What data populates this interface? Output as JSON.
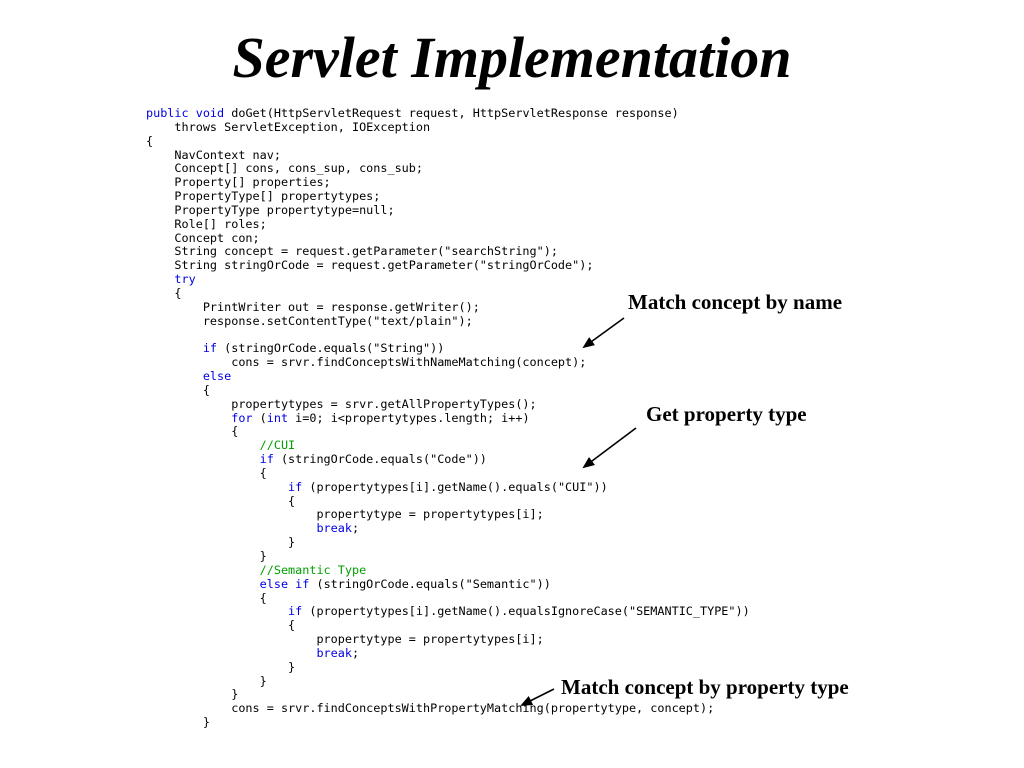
{
  "slide": {
    "title": "Servlet Implementation"
  },
  "code": {
    "lines": [
      [
        {
          "t": "",
          "v": "public void"
        },
        {
          "t": "",
          "v": " doGet(HttpServletRequest request, HttpServletResponse response)"
        }
      ],
      [
        {
          "t": "",
          "v": "    throws ServletException, IOException"
        }
      ],
      [
        {
          "t": "",
          "v": "{"
        }
      ],
      [
        {
          "t": "",
          "v": "    NavContext nav;"
        }
      ],
      [
        {
          "t": "",
          "v": "    Concept[] cons, cons_sup, cons_sub;"
        }
      ],
      [
        {
          "t": "",
          "v": "    Property[] properties;"
        }
      ],
      [
        {
          "t": "",
          "v": "    PropertyType[] propertytypes;"
        }
      ],
      [
        {
          "t": "",
          "v": "    PropertyType propertytype=null;"
        }
      ],
      [
        {
          "t": "",
          "v": "    Role[] roles;"
        }
      ],
      [
        {
          "t": "",
          "v": "    Concept con;"
        }
      ],
      [
        {
          "t": "",
          "v": "    String concept = request.getParameter(\"searchString\");"
        }
      ],
      [
        {
          "t": "",
          "v": "    String stringOrCode = request.getParameter(\"stringOrCode\");"
        }
      ],
      [
        {
          "t": "kw",
          "v": "    try"
        }
      ],
      [
        {
          "t": "",
          "v": "    {"
        }
      ],
      [
        {
          "t": "",
          "v": "        PrintWriter out = response.getWriter();"
        }
      ],
      [
        {
          "t": "",
          "v": "        response.setContentType(\"text/plain\");"
        }
      ],
      [
        {
          "t": "",
          "v": ""
        }
      ],
      [
        {
          "t": "kw",
          "v": "        if"
        },
        {
          "t": "",
          "v": " (stringOrCode.equals(\"String\"))"
        }
      ],
      [
        {
          "t": "",
          "v": "            cons = srvr.findConceptsWithNameMatching(concept);"
        }
      ],
      [
        {
          "t": "kw",
          "v": "        else"
        }
      ],
      [
        {
          "t": "",
          "v": "        {"
        }
      ],
      [
        {
          "t": "",
          "v": "            propertytypes = srvr.getAllPropertyTypes();"
        }
      ],
      [
        {
          "t": "kw",
          "v": "            for"
        },
        {
          "t": "",
          "v": " ("
        },
        {
          "t": "kw",
          "v": "int"
        },
        {
          "t": "",
          "v": " i=0; i<propertytypes.length; i++)"
        }
      ],
      [
        {
          "t": "",
          "v": "            {"
        }
      ],
      [
        {
          "t": "cm",
          "v": "                //CUI"
        }
      ],
      [
        {
          "t": "kw",
          "v": "                if"
        },
        {
          "t": "",
          "v": " (stringOrCode.equals(\"Code\"))"
        }
      ],
      [
        {
          "t": "",
          "v": "                {"
        }
      ],
      [
        {
          "t": "kw",
          "v": "                    if"
        },
        {
          "t": "",
          "v": " (propertytypes[i].getName().equals(\"CUI\"))"
        }
      ],
      [
        {
          "t": "",
          "v": "                    {"
        }
      ],
      [
        {
          "t": "",
          "v": "                        propertytype = propertytypes[i];"
        }
      ],
      [
        {
          "t": "kw",
          "v": "                        break"
        },
        {
          "t": "",
          "v": ";"
        }
      ],
      [
        {
          "t": "",
          "v": "                    }"
        }
      ],
      [
        {
          "t": "",
          "v": "                }"
        }
      ],
      [
        {
          "t": "cm",
          "v": "                //Semantic Type"
        }
      ],
      [
        {
          "t": "kw",
          "v": "                else if"
        },
        {
          "t": "",
          "v": " (stringOrCode.equals(\"Semantic\"))"
        }
      ],
      [
        {
          "t": "",
          "v": "                {"
        }
      ],
      [
        {
          "t": "kw",
          "v": "                    if"
        },
        {
          "t": "",
          "v": " (propertytypes[i].getName().equalsIgnoreCase(\"SEMANTIC_TYPE\"))"
        }
      ],
      [
        {
          "t": "",
          "v": "                    {"
        }
      ],
      [
        {
          "t": "",
          "v": "                        propertytype = propertytypes[i];"
        }
      ],
      [
        {
          "t": "kw",
          "v": "                        break"
        },
        {
          "t": "",
          "v": ";"
        }
      ],
      [
        {
          "t": "",
          "v": "                    }"
        }
      ],
      [
        {
          "t": "",
          "v": "                }"
        }
      ],
      [
        {
          "t": "",
          "v": "            }"
        }
      ],
      [
        {
          "t": "",
          "v": "            cons = srvr.findConceptsWithPropertyMatching(propertytype, concept);"
        }
      ],
      [
        {
          "t": "",
          "v": "        }"
        }
      ]
    ]
  },
  "annotations": {
    "match_by_name": "Match concept by  name",
    "get_property_type": "Get property type",
    "match_by_property_type": "Match concept by  property type"
  },
  "colors": {
    "keyword": "#0000e6",
    "comment": "#00a000",
    "text": "#000000"
  }
}
